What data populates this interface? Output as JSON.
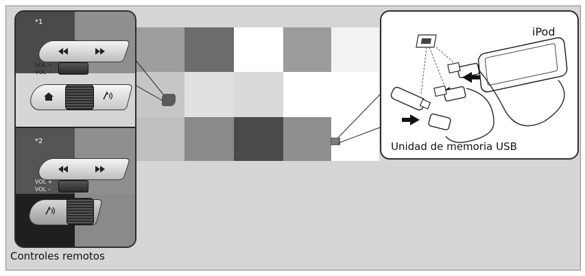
{
  "figure": {
    "left_callout": {
      "label": "Controles remotos",
      "marker_1": "*1",
      "marker_2": "*2",
      "vol_up": "VOL +",
      "vol_down": "VOL –"
    },
    "right_callout": {
      "ipod_label": "iPod",
      "usb_label": "Unidad de memoria USB"
    }
  },
  "icons": [
    "home-icon",
    "voice-command-icon",
    "skip-back-icon",
    "skip-forward-icon",
    "usb-port-icon",
    "arrow-icon"
  ]
}
